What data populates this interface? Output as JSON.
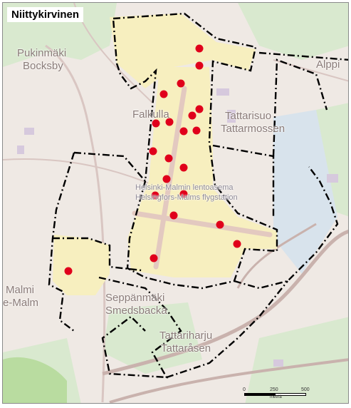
{
  "map": {
    "title": "Niittykirvinen",
    "colors": {
      "background": "#efe9e4",
      "study_area_fill": "#f7efbf",
      "boundary": "#000000",
      "observation_dot": "#e0001b",
      "water": "#c7ddef",
      "forest": "#d7e8cf",
      "industrial": "#d5c7db"
    },
    "labels": {
      "malmi_fi": "Malmi",
      "malmi_sv": "e-Malm",
      "fallkulla": "Falkulla",
      "tattarisuo_fi": "Tattarisuo",
      "tattarisuo_sv": "Tattarmossen",
      "seppanmaki": "Seppänmäki",
      "smedsbacka": "Smedsbacka",
      "tattariharju_fi": "Tattariharju",
      "tattariharju_sv": "Tattaråsen",
      "airport_fi": "Helsinki-Malmin lentoasema",
      "airport_sv": "Helsingfors-Malms flygstation",
      "pukinmaki_fi": "Pukinmäki",
      "pukinmaki_sv": "Bocksby",
      "alppi": "Alppi"
    },
    "scale_bar": {
      "ticks": [
        "0",
        "250",
        "500"
      ],
      "unit": "metriä"
    }
  }
}
